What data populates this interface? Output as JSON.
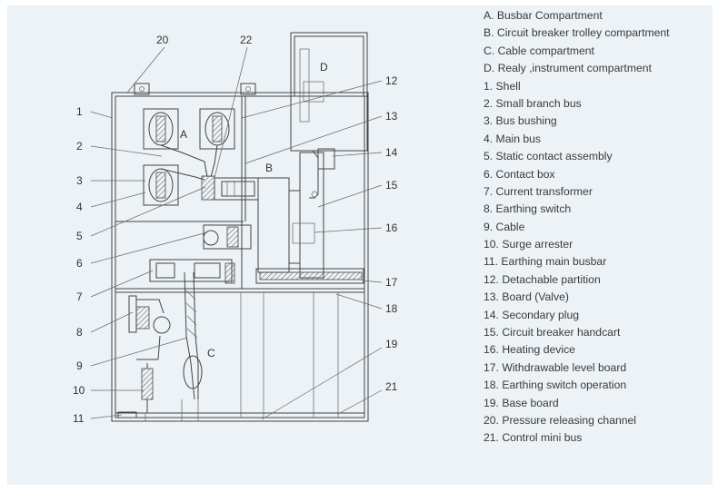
{
  "diagram": {
    "compartment_labels": [
      "A",
      "B",
      "C",
      "D"
    ],
    "callout_numbers": [
      "1",
      "2",
      "3",
      "4",
      "5",
      "6",
      "7",
      "8",
      "9",
      "10",
      "11",
      "12",
      "13",
      "14",
      "15",
      "16",
      "17",
      "18",
      "19",
      "20",
      "21",
      "22"
    ]
  },
  "legend": [
    "A. Busbar Compartment",
    "B. Circuit breaker trolley compartment",
    "C. Cable compartment",
    "D. Realy ,instrument compartment",
    "1. Shell",
    "2. Small branch bus",
    "3. Bus bushing",
    "4. Main bus",
    "5. Static contact assembly",
    "6. Contact box",
    "7. Current transformer",
    "8. Earthing switch",
    "9. Cable",
    "10. Surge arrester",
    "11. Earthing main busbar",
    "12. Detachable partition",
    "13. Board (Valve)",
    "14. Secondary plug",
    "15. Circuit breaker handcart",
    "16. Heating device",
    "17. Withdrawable level board",
    "18. Earthing switch operation",
    "19. Base board",
    "20. Pressure releasing channel",
    "21. Control mini bus"
  ]
}
